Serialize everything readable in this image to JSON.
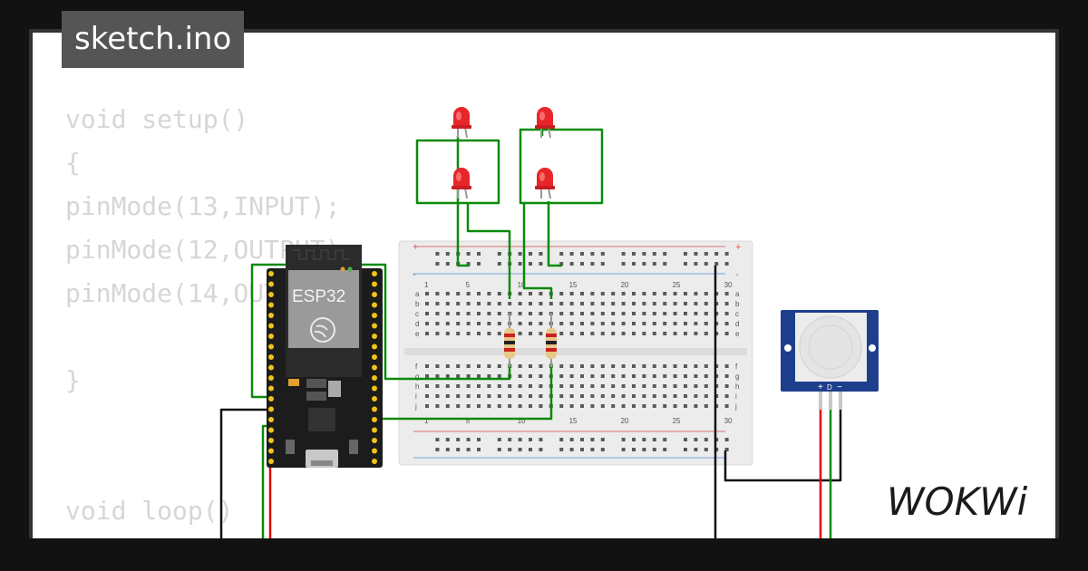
{
  "file_tab": {
    "label": "sketch.ino"
  },
  "code_lines": [
    "void setup()",
    "{",
    "pinMode(13,INPUT);",
    "pinMode(12,OUTPUT);",
    "pinMode(14,OUTPUT);",
    "",
    "}",
    "",
    "",
    "void loop()",
    "{"
  ],
  "esp32": {
    "label": "ESP32"
  },
  "breadboard": {
    "column_numbers": [
      "1",
      "5",
      "10",
      "15",
      "20",
      "25",
      "30"
    ],
    "row_letters_top": [
      "a",
      "b",
      "c",
      "d",
      "e"
    ],
    "row_letters_bottom": [
      "f",
      "g",
      "h",
      "i",
      "j"
    ]
  },
  "pir_sensor": {
    "pins": [
      "+",
      "D",
      "−"
    ]
  },
  "brand": {
    "logo": "WOKWi"
  },
  "colors": {
    "wire_green": "#0a8a0a",
    "wire_red": "#e00000",
    "wire_black": "#111111",
    "led_red": "#e8262a",
    "pir_blue": "#1e3f8c"
  }
}
